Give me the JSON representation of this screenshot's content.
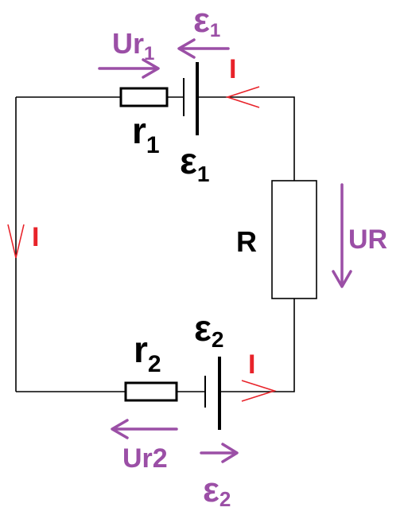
{
  "colors": {
    "wire": "#000000",
    "voltage_arrow": "#9b4fa6",
    "current_arrow": "#e8232a",
    "background": "#ffffff"
  },
  "labels": {
    "resistor_main": "R",
    "internal_resistor_1": {
      "base": "r",
      "sub": "1"
    },
    "internal_resistor_2": {
      "base": "r",
      "sub": "2"
    },
    "source_1": {
      "base": "ε",
      "sub": "1"
    },
    "source_2": {
      "base": "ε",
      "sub": "2"
    },
    "emf_arrow_1": {
      "base": "ε",
      "sub": "1"
    },
    "emf_arrow_2": {
      "base": "ε",
      "sub": "2"
    },
    "voltage_r1": {
      "base": "Ur",
      "sub": "1"
    },
    "voltage_r2": "Ur2",
    "voltage_R": "UR",
    "current": "I"
  }
}
